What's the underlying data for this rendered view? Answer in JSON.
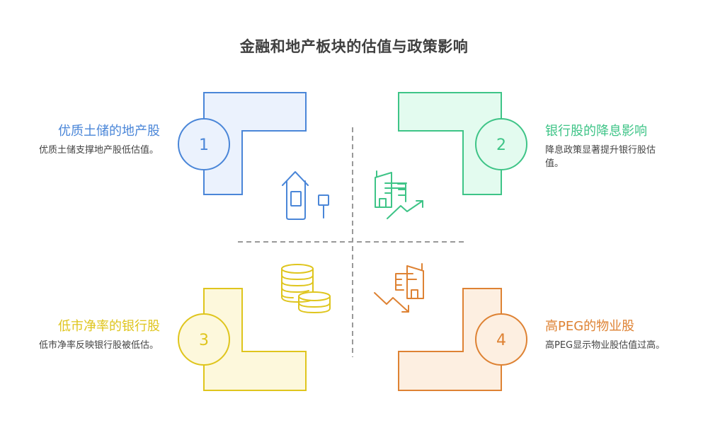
{
  "title": "金融和地产板块的估值与政策影响",
  "colors": {
    "blue": "#4a86d8",
    "blue_fill": "#ebf2fd",
    "green": "#3ec487",
    "green_fill": "#e3fbef",
    "yellow": "#dfc51d",
    "yellow_fill": "#fdf8dc",
    "orange": "#de8233",
    "orange_fill": "#fdefe1",
    "divider": "#999999"
  },
  "quadrants": [
    {
      "number": "1",
      "title": "优质土储的地产股",
      "desc": "优质土储支撑地产股低估值。",
      "icon": "house-with-sign-icon"
    },
    {
      "number": "2",
      "title": "银行股的降息影响",
      "desc": "降息政策显著提升银行股估值。",
      "icon": "building-trend-up-icon"
    },
    {
      "number": "3",
      "title": "低市净率的银行股",
      "desc": "低市净率反映银行股被低估。",
      "icon": "coin-stacks-icon"
    },
    {
      "number": "4",
      "title": "高PEG的物业股",
      "desc": "高PEG显示物业股估值过高。",
      "icon": "building-trend-down-icon"
    }
  ]
}
